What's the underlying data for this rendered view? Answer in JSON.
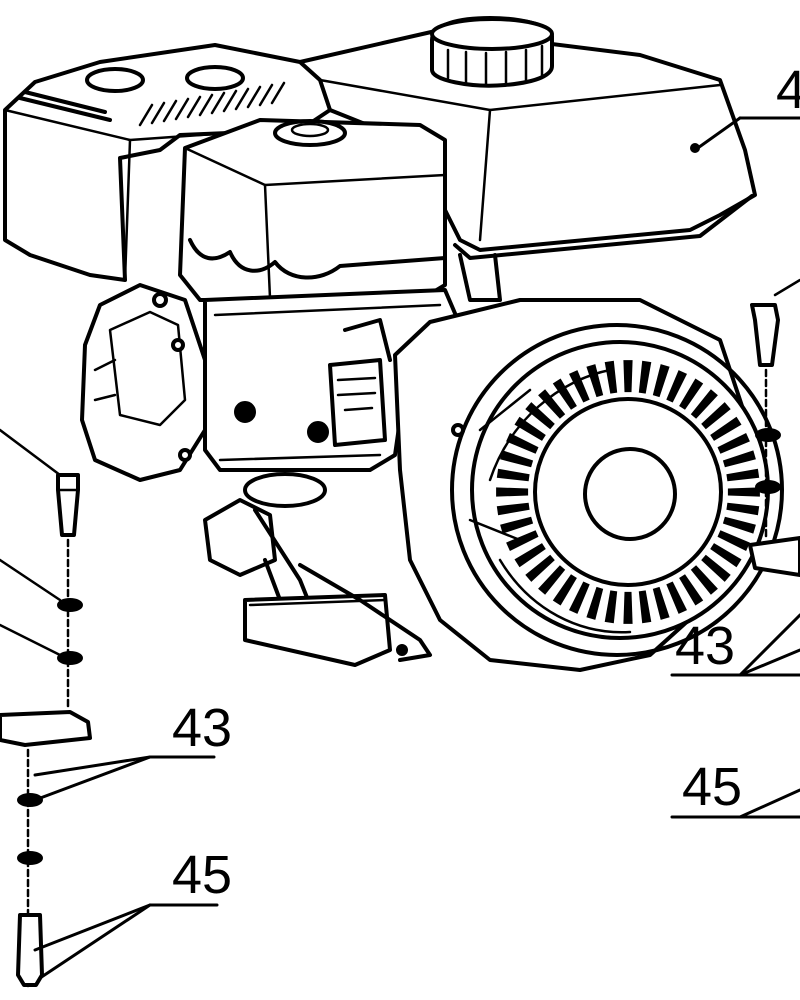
{
  "callouts": {
    "part_top_right": "4",
    "washer_left": "43",
    "bolt_left": "45",
    "washer_right": "43",
    "bolt_right": "45"
  }
}
